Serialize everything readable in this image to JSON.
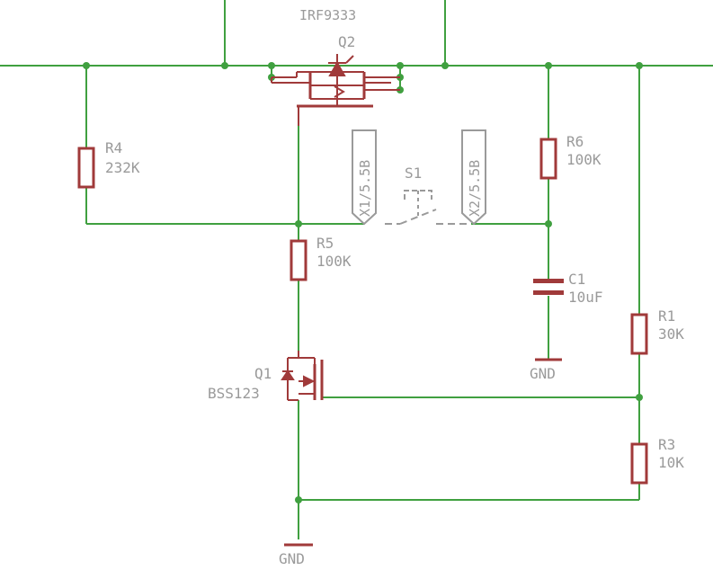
{
  "colors": {
    "wire": "#40a040",
    "symbol": "#a03a3a",
    "text": "#9a9a9a",
    "junction": "#40a040",
    "background": "#ffffff"
  },
  "components": {
    "q2": {
      "name": "Q2",
      "value": "IRF9333"
    },
    "q1": {
      "name": "Q1",
      "value": "BSS123"
    },
    "r4": {
      "name": "R4",
      "value": "232K"
    },
    "r5": {
      "name": "R5",
      "value": "100K"
    },
    "r6": {
      "name": "R6",
      "value": "100K"
    },
    "r1": {
      "name": "R1",
      "value": "30K"
    },
    "r3": {
      "name": "R3",
      "value": "10K"
    },
    "c1": {
      "name": "C1",
      "value": "10uF"
    },
    "s1": {
      "name": "S1"
    },
    "x1": {
      "value": "X1/5.5B"
    },
    "x2": {
      "value": "X2/5.5B"
    }
  },
  "ground_labels": {
    "c1_gnd": "GND",
    "main_gnd": "GND"
  }
}
